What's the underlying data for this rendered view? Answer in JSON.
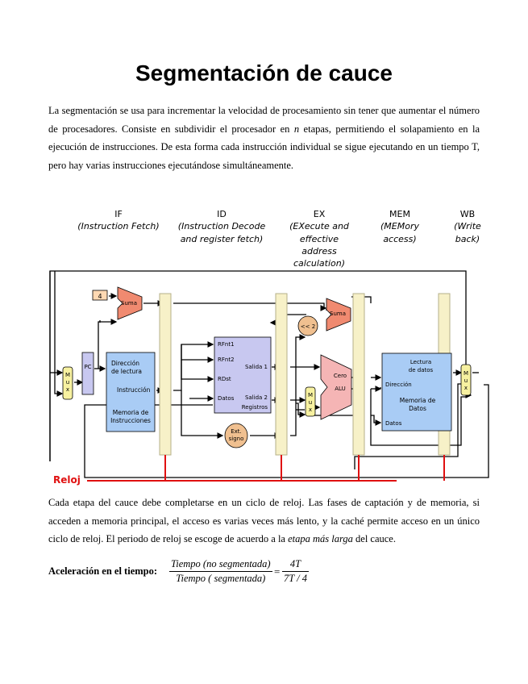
{
  "title": "Segmentación de cauce",
  "intro": {
    "part1": "La segmentación se usa para incrementar la velocidad de procesamiento sin tener que aumentar el número de procesadores. Consiste en subdividir el procesador en ",
    "n": "n",
    "part2": " etapas, permitiendo el solapamiento en la ejecución de instrucciones. De esta forma cada instrucción individual se sigue ejecutando en un tiempo T, pero hay varias instrucciones ejecutándose simultáneamente."
  },
  "diagram": {
    "stages": [
      {
        "name": "IF",
        "desc": [
          "(Instruction Fetch)"
        ]
      },
      {
        "name": "ID",
        "desc": [
          "(Instruction Decode",
          "and register fetch)"
        ]
      },
      {
        "name": "EX",
        "desc": [
          "(EXecute and",
          "effective",
          "address",
          "calculation)"
        ]
      },
      {
        "name": "MEM",
        "desc": [
          "(MEMory",
          "access)"
        ]
      },
      {
        "name": "WB",
        "desc": [
          "(Write",
          "back)"
        ]
      }
    ],
    "const4": "4",
    "suma": "Suma",
    "pc": "PC",
    "mux": "M\nu\nx",
    "imem": {
      "addr": [
        "Dirección",
        "de lectura"
      ],
      "instr": "Instrucción",
      "name": [
        "Memoria de",
        "Instrucciones"
      ]
    },
    "regs": {
      "rf1": "RFnt1",
      "rf2": "RFnt2",
      "rd": "RDst",
      "datos": "Datos",
      "out1": "Salida 1",
      "out2": "Salida 2",
      "name": "Registros"
    },
    "ext": [
      "Ext.",
      "signo"
    ],
    "shift": "<< 2",
    "alu": {
      "cero": "Cero",
      "name": "ALU"
    },
    "dmem": {
      "lect": [
        "Lectura",
        "de datos"
      ],
      "dir": "Dirección",
      "name": [
        "Memoria de",
        "Datos"
      ],
      "datos": "Datos"
    },
    "clock": "Reloj"
  },
  "para2": {
    "part1": "Cada etapa del cauce debe completarse en un ciclo de reloj. Las fases de captación y de memoria, si acceden a memoria principal, el acceso es varias veces más lento, y la caché permite acceso en un único ciclo de reloj. El periodo de reloj se escoge de acuerdo a la ",
    "em": "etapa más larga",
    "part2": " del cauce."
  },
  "formula": {
    "label": "Aceleración en el tiempo:",
    "num1": "Tiempo (no segmentada)",
    "den1": "Tiempo ( segmentada)",
    "eq": "=",
    "num2": "4T",
    "den2": "7T / 4"
  }
}
